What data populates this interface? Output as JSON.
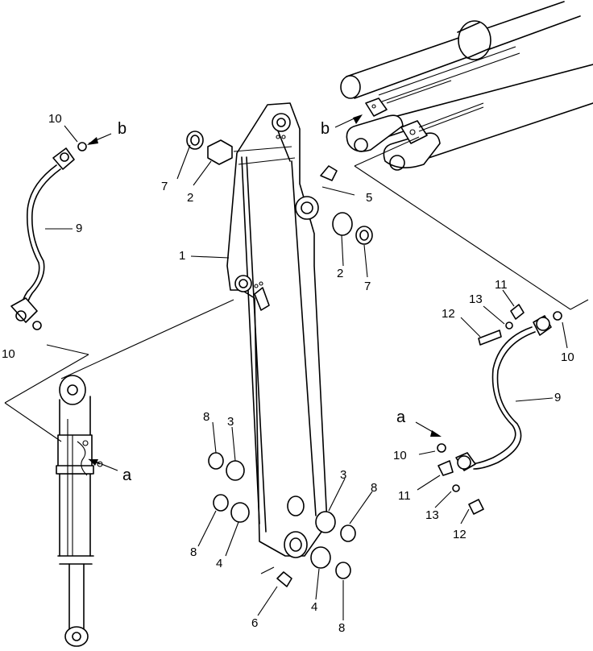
{
  "labels": {
    "n1": "1",
    "n2": "2",
    "n3": "3",
    "n4": "4",
    "n5": "5",
    "n6": "6",
    "n7": "7",
    "n8": "8",
    "n9": "9",
    "n10": "10",
    "n11": "11",
    "n12": "12",
    "n13": "13",
    "a": "a",
    "b": "b"
  }
}
